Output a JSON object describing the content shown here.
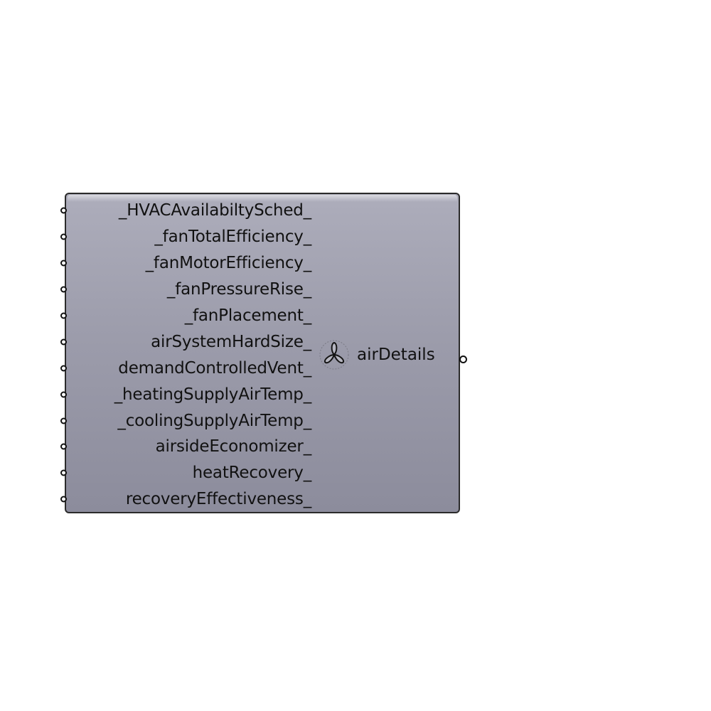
{
  "component": {
    "inputs": [
      "_HVACAvailabiltySched_",
      "_fanTotalEfficiency_",
      "_fanMotorEfficiency_",
      "_fanPressureRise_",
      "_fanPlacement_",
      "airSystemHardSize_",
      "demandControlledVent_",
      "_heatingSupplyAirTemp_",
      "_coolingSupplyAirTemp_",
      "airsideEconomizer_",
      "heatRecovery_",
      "recoveryEffectiveness_"
    ],
    "output": "airDetails",
    "icon": "fan-icon"
  }
}
